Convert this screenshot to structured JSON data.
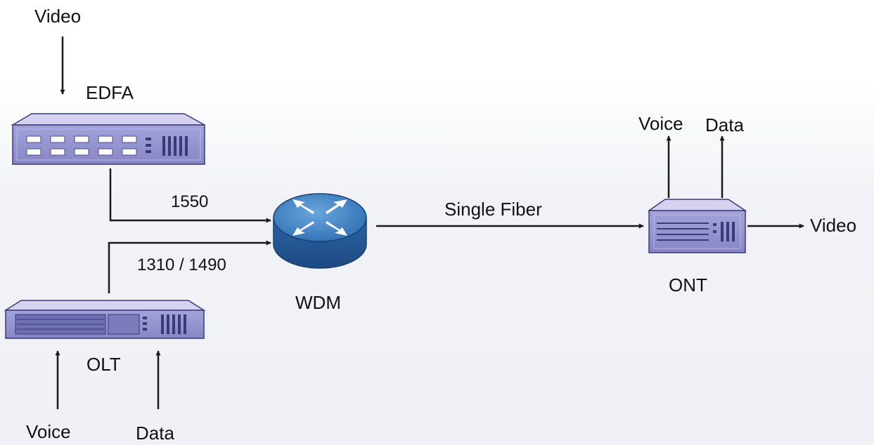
{
  "colors": {
    "device_fill": "#9696d2",
    "device_top": "#d6d4f2",
    "device_dark": "#3a3a78",
    "router_fill": "#3f80c4",
    "line": "#1a1a1a"
  },
  "labels": {
    "video_in": "Video",
    "edfa": "EDFA",
    "wavelength_1550": "1550",
    "wavelength_1310_1490": "1310 / 1490",
    "wdm": "WDM",
    "single_fiber": "Single Fiber",
    "olt": "OLT",
    "olt_voice": "Voice",
    "olt_data": "Data",
    "ont": "ONT",
    "ont_voice": "Voice",
    "ont_data": "Data",
    "ont_video": "Video"
  }
}
